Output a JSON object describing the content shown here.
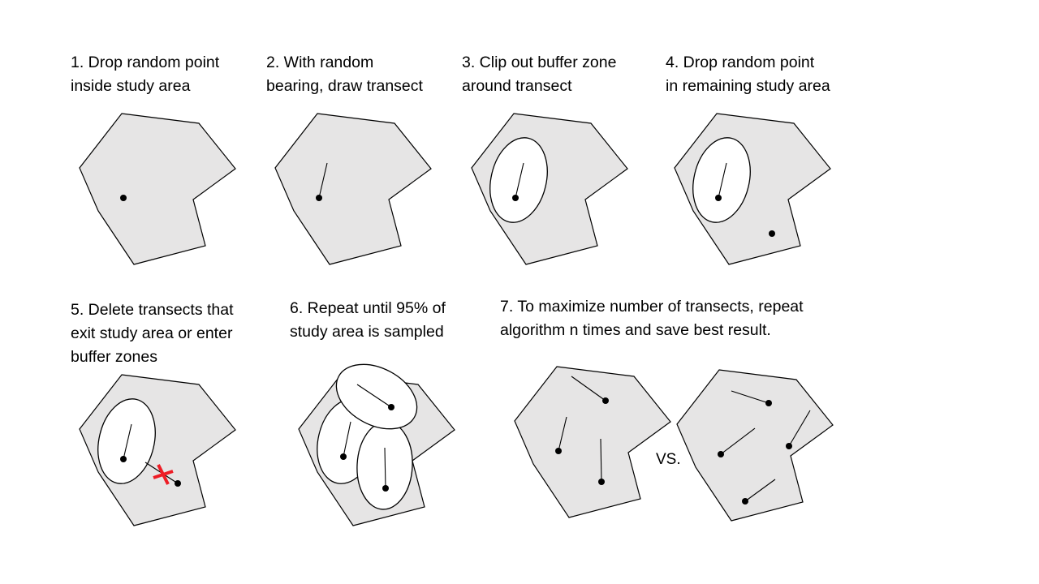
{
  "steps": [
    {
      "lines": [
        "1. Drop random point",
        "inside study area"
      ]
    },
    {
      "lines": [
        "2. With random",
        "bearing, draw transect"
      ]
    },
    {
      "lines": [
        "3. Clip out buffer zone",
        "around transect"
      ]
    },
    {
      "lines": [
        "4. Drop random point",
        "in remaining study area"
      ]
    },
    {
      "lines": [
        "5. Delete transects that",
        "exit study area or enter",
        "buffer zones"
      ]
    },
    {
      "lines": [
        "6. Repeat until 95% of",
        "study area is sampled"
      ]
    },
    {
      "lines": [
        "7. To maximize number of transects, repeat",
        "algorithm n times and save best result."
      ]
    }
  ],
  "comparison_label": "VS.",
  "colors": {
    "study_area_fill": "#e6e5e5",
    "buffer_fill": "#ffffff",
    "outline": "#000000",
    "rejected_marker": "#ee1c25"
  }
}
